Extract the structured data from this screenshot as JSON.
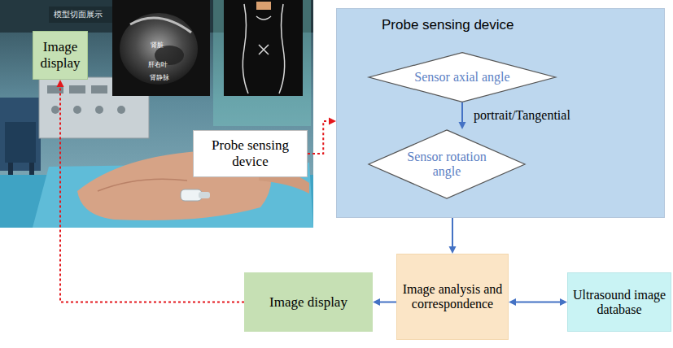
{
  "diagram": {
    "nodes": [
      {
        "text": [
          "Image display"
        ]
      },
      {
        "text": [
          "Probe sensing device"
        ]
      },
      {
        "text": [
          "Probe sensing device"
        ]
      },
      {
        "text": [
          "Sensor axial angle"
        ],
        "in": 2
      },
      {
        "text": [
          "Sensor rotation angle"
        ],
        "in": 2
      },
      {
        "text": [
          "Image display"
        ]
      },
      {
        "text": [
          "Image analysis and correspondence"
        ]
      },
      {
        "text": [
          "Ultrasound image database"
        ]
      }
    ],
    "edges": [
      {
        "from": 1,
        "to": 2,
        "arrow": "to"
      },
      {
        "from": 3,
        "to": 4,
        "label": "portrait/Tangential",
        "arrow": "to"
      },
      {
        "from": 2,
        "to": 6,
        "arrow": "to"
      },
      {
        "from": 6,
        "to": 5,
        "arrow": "to"
      },
      {
        "from": 6,
        "to": 7,
        "arrow": "both"
      },
      {
        "from": 5,
        "to": 0,
        "arrow": "to"
      }
    ],
    "labels": [
      "模型切面展示",
      "肾脏",
      "肝右叶",
      "肾静脉"
    ]
  }
}
